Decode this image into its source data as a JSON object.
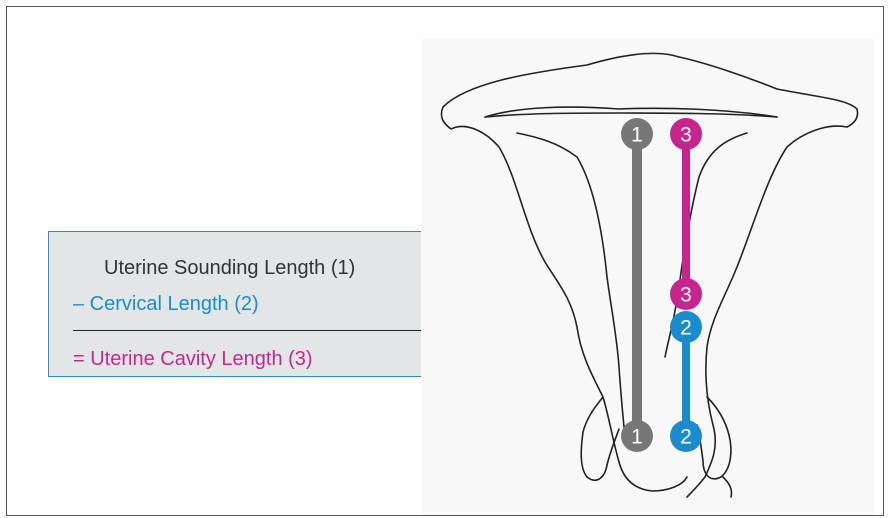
{
  "formula": {
    "line1": "Uterine Sounding Length (1)",
    "line2": "– Cervical Length (2)",
    "line3": "= Uterine Cavity Length (3)"
  },
  "markers": {
    "m1_top": "1",
    "m1_bottom": "1",
    "m2_top": "2",
    "m2_bottom": "2",
    "m3_top": "3",
    "m3_bottom": "3"
  },
  "colors": {
    "sounding": "#777777",
    "cervical": "#1a8ccd",
    "cavity": "#c7258e",
    "outline": "#222222",
    "box_border": "#2b8cc4",
    "box_fill": "#e3e6e7"
  }
}
